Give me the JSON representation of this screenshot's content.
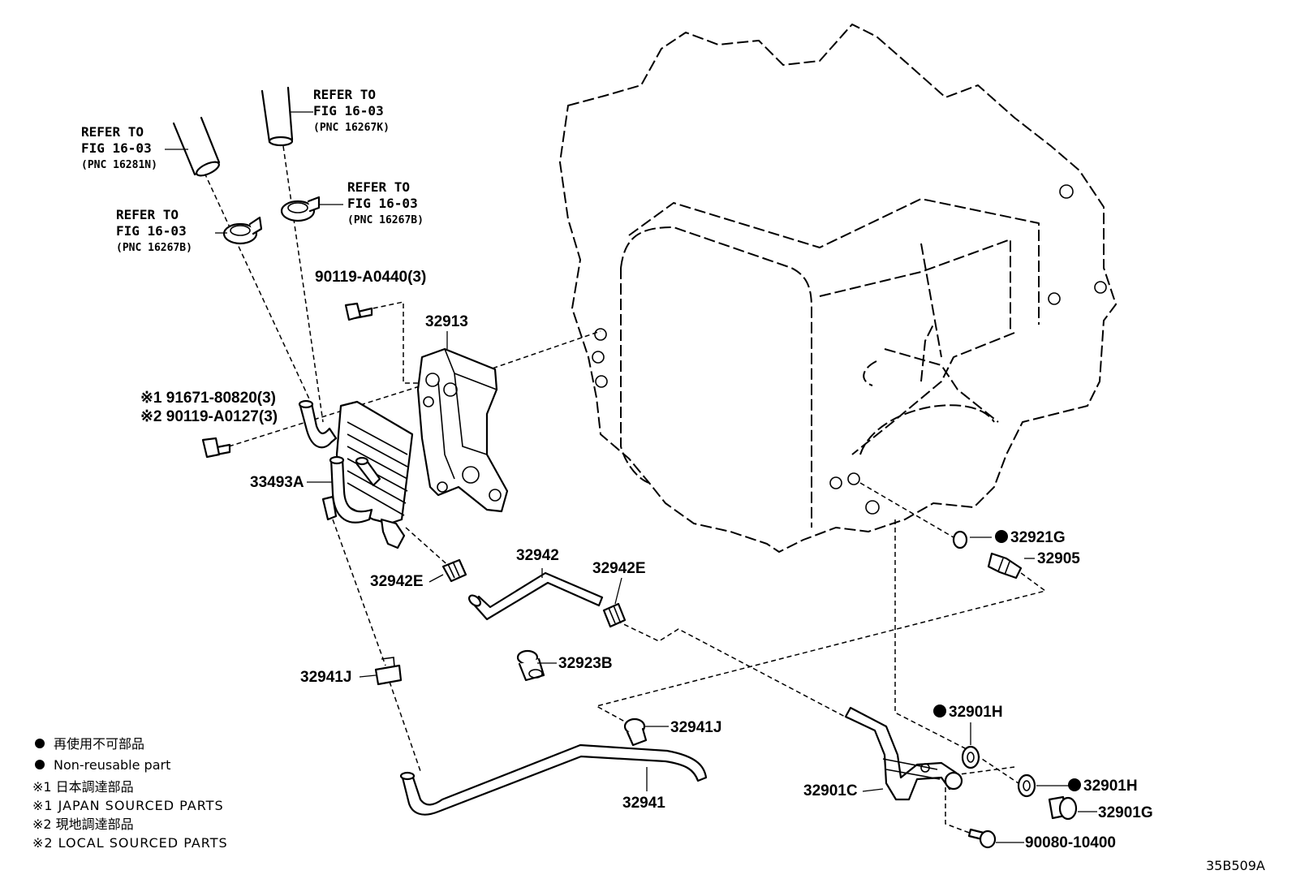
{
  "diagram_id": "35B509A",
  "references": [
    {
      "line1": "REFER TO",
      "line2": "FIG 16-03",
      "line3": "(PNC 16281N)"
    },
    {
      "line1": "REFER TO",
      "line2": "FIG 16-03",
      "line3": "(PNC 16267K)"
    },
    {
      "line1": "REFER TO",
      "line2": "FIG 16-03",
      "line3": "(PNC 16267B)"
    },
    {
      "line1": "REFER TO",
      "line2": "FIG 16-03",
      "line3": "(PNC 16267B)"
    }
  ],
  "parts": {
    "p_90119_A0440": "90119-A0440(3)",
    "p_32913": "32913",
    "p_91671_line": "※1 91671-80820(3)",
    "p_90119_A0127_line": "※2 90119-A0127(3)",
    "p_33493A": "33493A",
    "p_32942": "32942",
    "p_32942E_left": "32942E",
    "p_32942E_right": "32942E",
    "p_32923B": "32923B",
    "p_32941J_left": "32941J",
    "p_32941J_right": "32941J",
    "p_32941": "32941",
    "p_32921G": "32921G",
    "p_32905": "32905",
    "p_32901H_top": "32901H",
    "p_32901H_bottom": "32901H",
    "p_32901C": "32901C",
    "p_32901G": "32901G",
    "p_90080_10400": "90080-10400"
  },
  "legend": {
    "jp_nonreusable": "再使用不可部品",
    "en_nonreusable": "Non-reusable part",
    "jp_japan": "※1 日本調達部品",
    "en_japan": "※1 JAPAN SOURCED PARTS",
    "jp_local": "※2 現地調達部品",
    "en_local": "※2 LOCAL SOURCED PARTS"
  },
  "icons": {
    "nonreusable_marker": "filled-circle-icon"
  }
}
